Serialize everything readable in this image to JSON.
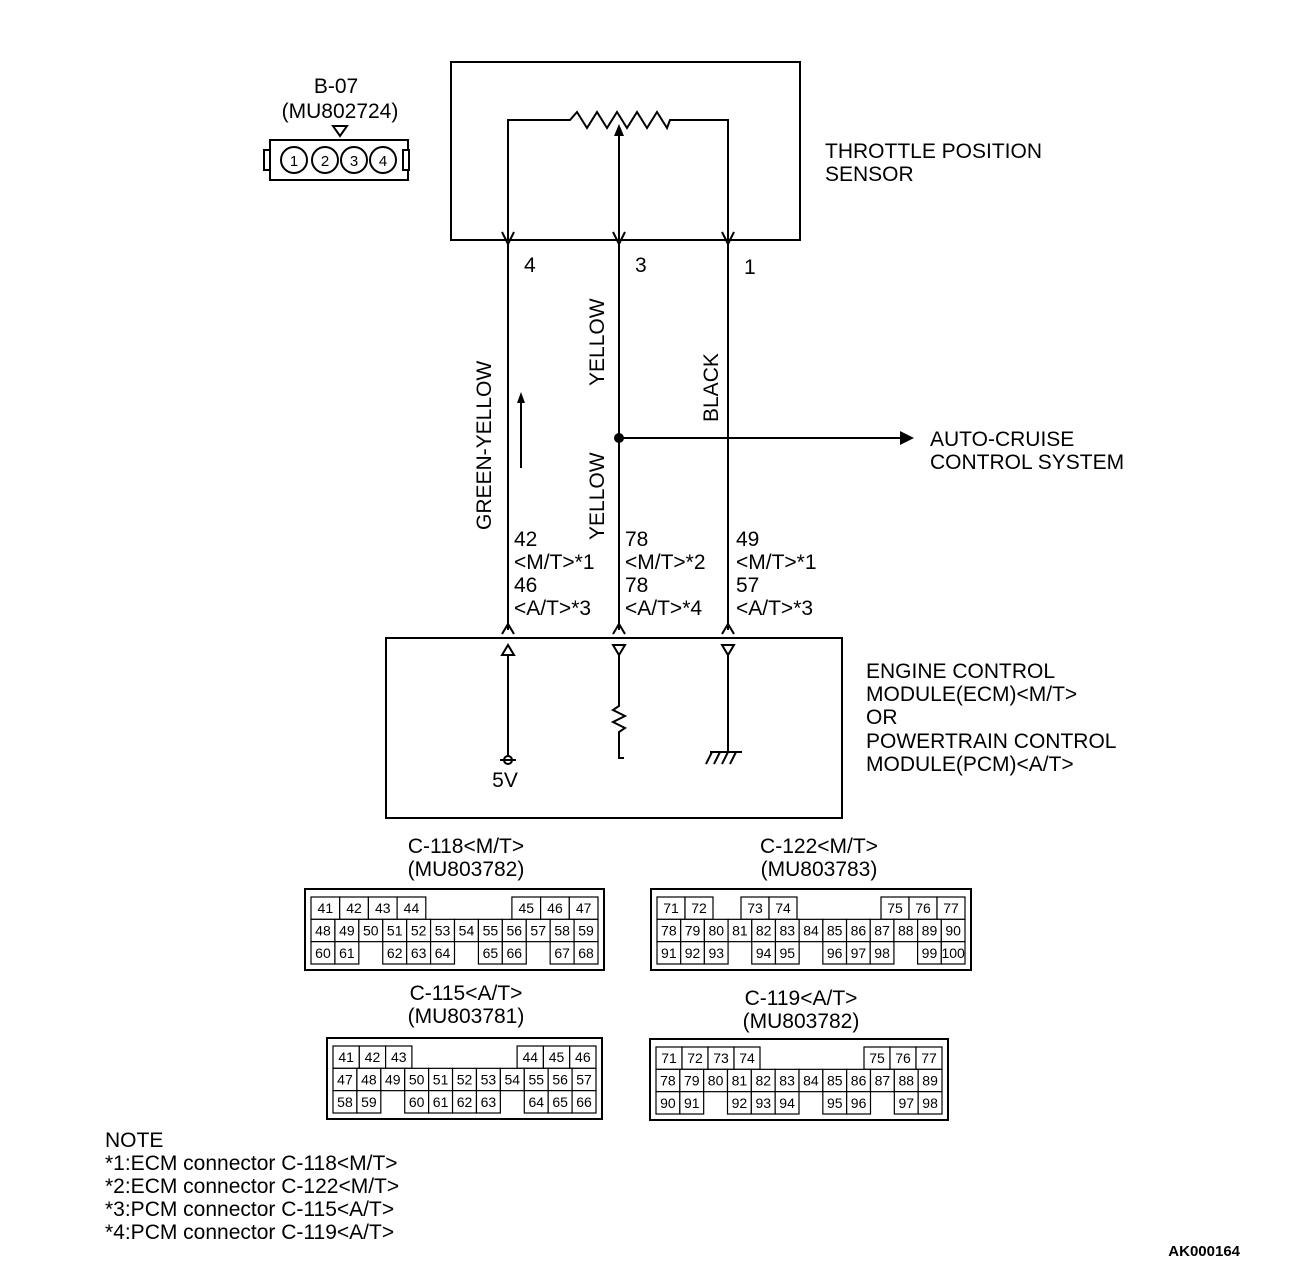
{
  "sensor_connector": {
    "id": "B-07",
    "part": "(MU802724)",
    "pins": [
      "1",
      "2",
      "3",
      "4"
    ]
  },
  "sensor": {
    "label_line1": "THROTTLE POSITION",
    "label_line2": "SENSOR",
    "pin_left": "4",
    "pin_mid": "3",
    "pin_right": "1"
  },
  "wires": {
    "left_color": "GREEN-YELLOW",
    "mid_color_upper": "YELLOW",
    "mid_color_lower": "YELLOW",
    "right_color": "BLACK",
    "left_pins": [
      "42",
      "<M/T>*1",
      "46",
      "<A/T>*3"
    ],
    "mid_pins": [
      "78",
      "<M/T>*2",
      "78",
      "<A/T>*4"
    ],
    "right_pins": [
      "49",
      "<M/T>*1",
      "57",
      "<A/T>*3"
    ]
  },
  "cruise": {
    "line1": "AUTO-CRUISE",
    "line2": "CONTROL SYSTEM"
  },
  "module": {
    "line1": "ENGINE CONTROL",
    "line2": "MODULE(ECM)<M/T>",
    "line3": "OR",
    "line4": "POWERTRAIN CONTROL",
    "line5": "MODULE(PCM)<A/T>",
    "supply": "5V"
  },
  "connectors": [
    {
      "title": "C-118<M/T>",
      "part": "(MU803782)",
      "rows": [
        [
          "41",
          "42",
          "43",
          "44",
          "",
          "",
          "",
          "45",
          "46",
          "47"
        ],
        [
          "48",
          "49",
          "50",
          "51",
          "52",
          "53",
          "54",
          "55",
          "56",
          "57",
          "58",
          "59"
        ],
        [
          "60",
          "61",
          "",
          "62",
          "63",
          "64",
          "",
          "65",
          "66",
          "",
          "67",
          "68"
        ]
      ]
    },
    {
      "title": "C-122<M/T>",
      "part": "(MU803783)",
      "rows": [
        [
          "71",
          "72",
          "",
          "73",
          "74",
          "",
          "",
          "",
          "75",
          "76",
          "77"
        ],
        [
          "78",
          "79",
          "80",
          "81",
          "82",
          "83",
          "84",
          "85",
          "86",
          "87",
          "88",
          "89",
          "90"
        ],
        [
          "91",
          "92",
          "93",
          "",
          "94",
          "95",
          "",
          "96",
          "97",
          "98",
          "",
          "99",
          "100"
        ]
      ]
    },
    {
      "title": "C-115<A/T>",
      "part": "(MU803781)",
      "rows": [
        [
          "41",
          "42",
          "43",
          "",
          "",
          "",
          "",
          "44",
          "45",
          "46"
        ],
        [
          "47",
          "48",
          "49",
          "50",
          "51",
          "52",
          "53",
          "54",
          "55",
          "56",
          "57"
        ],
        [
          "58",
          "59",
          "",
          "60",
          "61",
          "62",
          "63",
          "",
          "64",
          "65",
          "66"
        ]
      ]
    },
    {
      "title": "C-119<A/T>",
      "part": "(MU803782)",
      "rows": [
        [
          "71",
          "72",
          "73",
          "74",
          "",
          "",
          "",
          "",
          "75",
          "76",
          "77"
        ],
        [
          "78",
          "79",
          "80",
          "81",
          "82",
          "83",
          "84",
          "85",
          "86",
          "87",
          "88",
          "89"
        ],
        [
          "90",
          "91",
          "",
          "92",
          "93",
          "94",
          "",
          "95",
          "96",
          "",
          "97",
          "98"
        ]
      ]
    }
  ],
  "notes": {
    "heading": "NOTE",
    "items": [
      "*1:ECM connector C-118<M/T>",
      "*2:ECM connector C-122<M/T>",
      "*3:PCM connector C-115<A/T>",
      "*4:PCM connector C-119<A/T>"
    ]
  },
  "figure_code": "AK000164"
}
